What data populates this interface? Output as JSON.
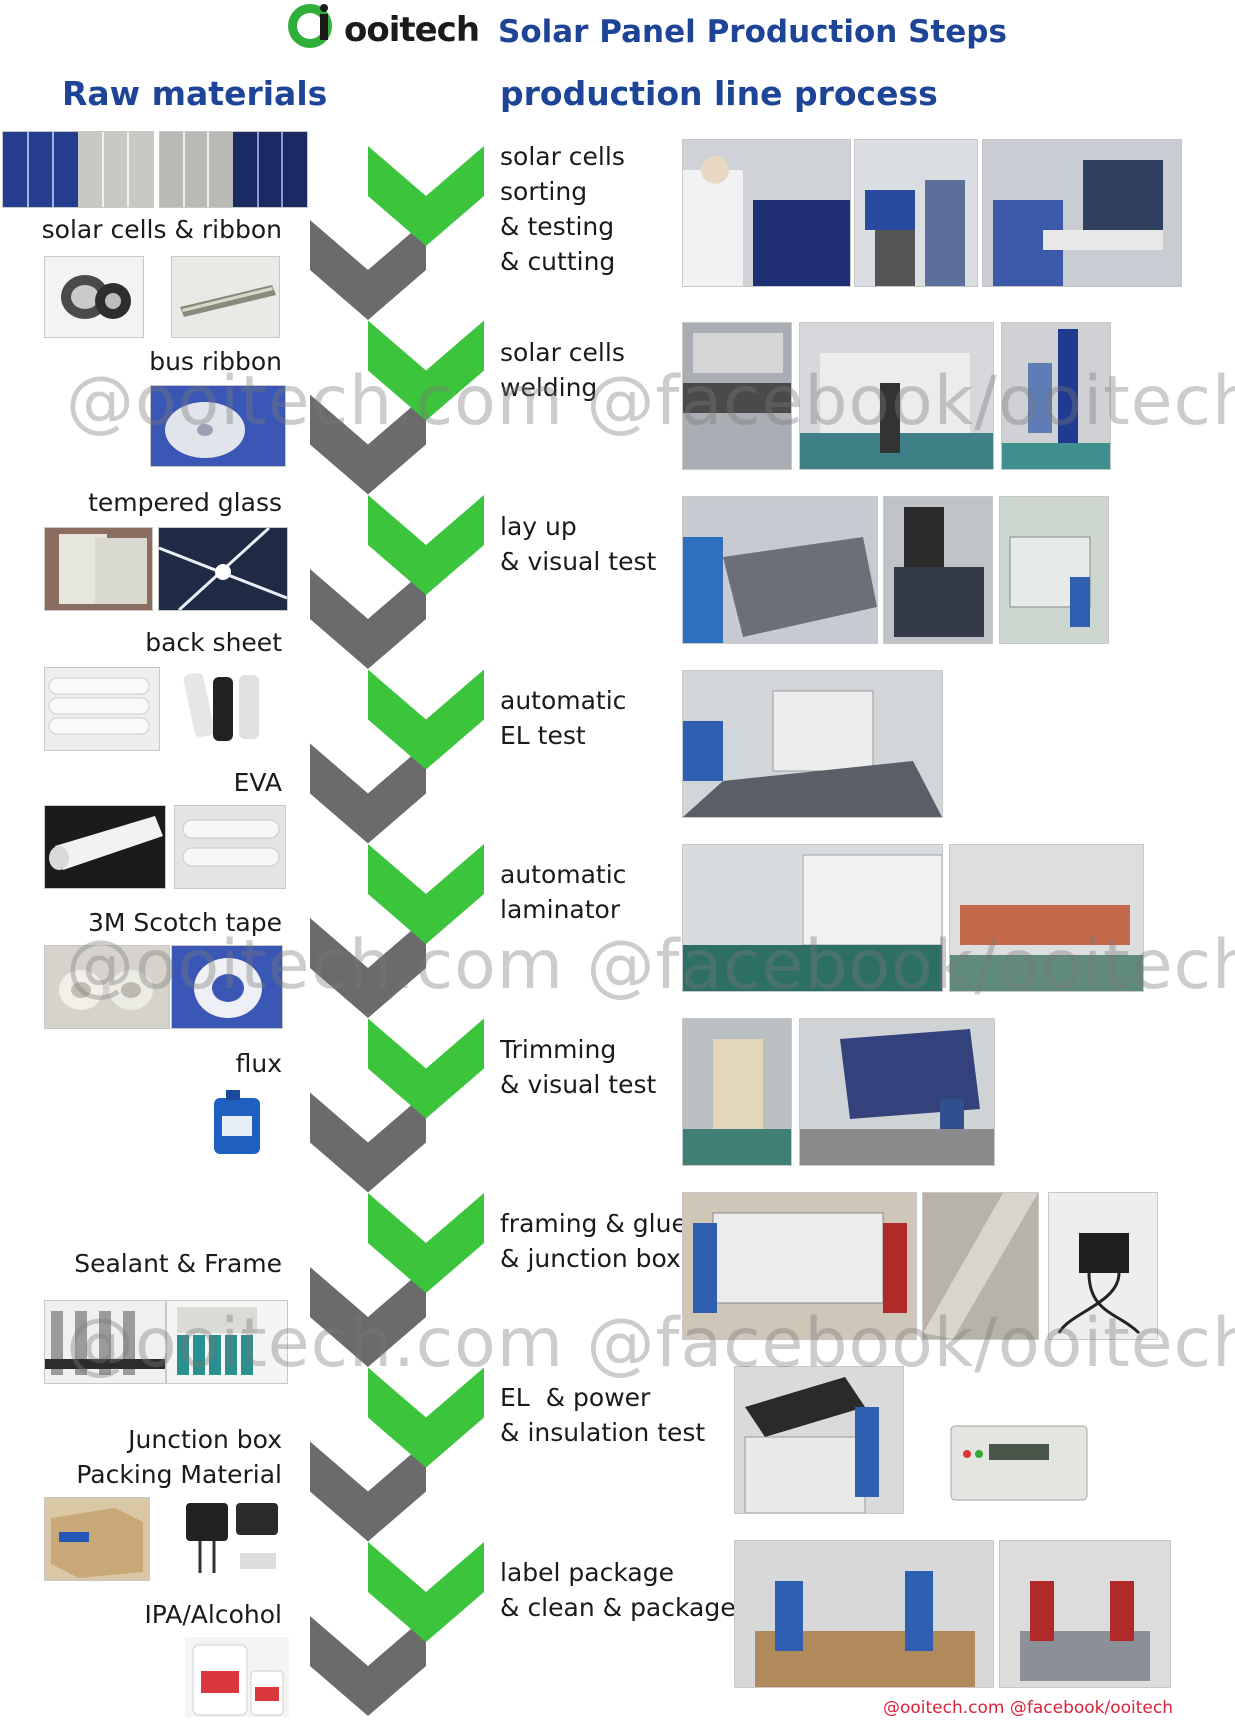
{
  "header": {
    "logo_text": "ooitech",
    "title": "Solar Panel Production Steps"
  },
  "columns": {
    "left_title": "Raw materials",
    "right_title": "production line process"
  },
  "raw_materials": [
    "solar cells & ribbon",
    "bus ribbon",
    "tempered glass",
    "back sheet",
    "EVA",
    "3M Scotch tape",
    "flux",
    "Sealant & Frame",
    "Junction box",
    "Packing Material",
    "IPA/Alcohol"
  ],
  "steps": [
    "solar cells\nsorting\n& testing\n& cutting",
    "solar cells\nwelding",
    "lay up\n& visual test",
    "automatic\nEL test",
    "automatic\nlaminator",
    "Trimming\n& visual test",
    "framing & glue\n& junction box",
    "EL  & power\n& insulation test",
    "label package\n& clean & package"
  ],
  "watermark": "@ooitech.com @facebook/ooitech",
  "footer": "@ooitech.com @facebook/ooitech",
  "colors": {
    "brand_blue": "#1d4496",
    "chevron_green": "#3cc43c",
    "chevron_gray": "#6b6b6b",
    "footer_red": "#d8233a"
  }
}
